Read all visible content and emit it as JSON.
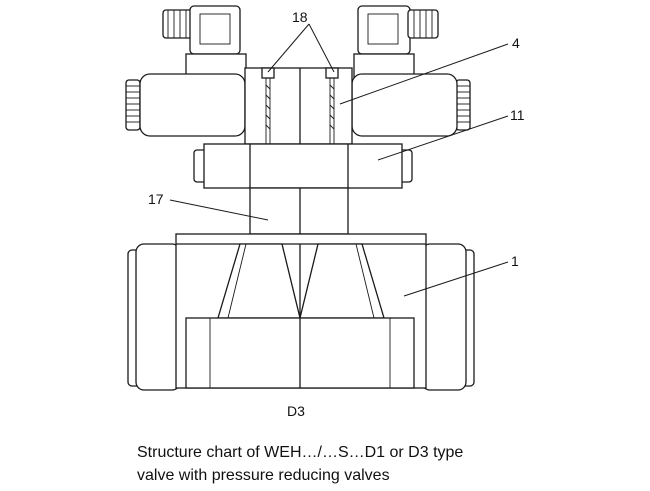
{
  "callouts": {
    "c18": "18",
    "c4": "4",
    "c11": "11",
    "c17": "17",
    "c1": "1"
  },
  "variant_label": "D3",
  "caption": {
    "line1": "Structure chart of WEH…/…S…D1 or D3 type",
    "line2": "valve with pressure reducing valves"
  }
}
